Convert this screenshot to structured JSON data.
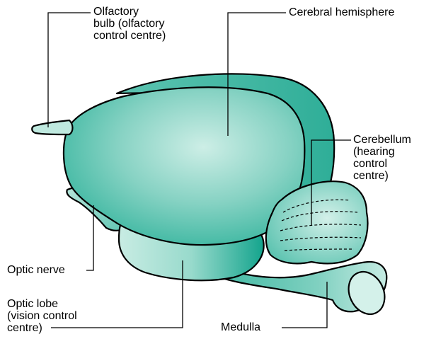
{
  "labels": {
    "olfactory_bulb": [
      "Olfactory",
      "bulb (olfactory",
      "control centre)"
    ],
    "cerebral_hemisphere": [
      "Cerebral hemisphere"
    ],
    "cerebellum": [
      "Cerebellum",
      "(hearing",
      "control",
      "centre)"
    ],
    "optic_nerve": [
      "Optic nerve"
    ],
    "optic_lobe": [
      "Optic lobe",
      "(vision control",
      "centre)"
    ],
    "medulla": [
      "Medulla"
    ]
  },
  "colors": {
    "tissue_light": "#cdeee6",
    "tissue_mid": "#6ecbb9",
    "tissue_dark": "#1aa892",
    "outline": "#000000",
    "text": "#000000"
  }
}
